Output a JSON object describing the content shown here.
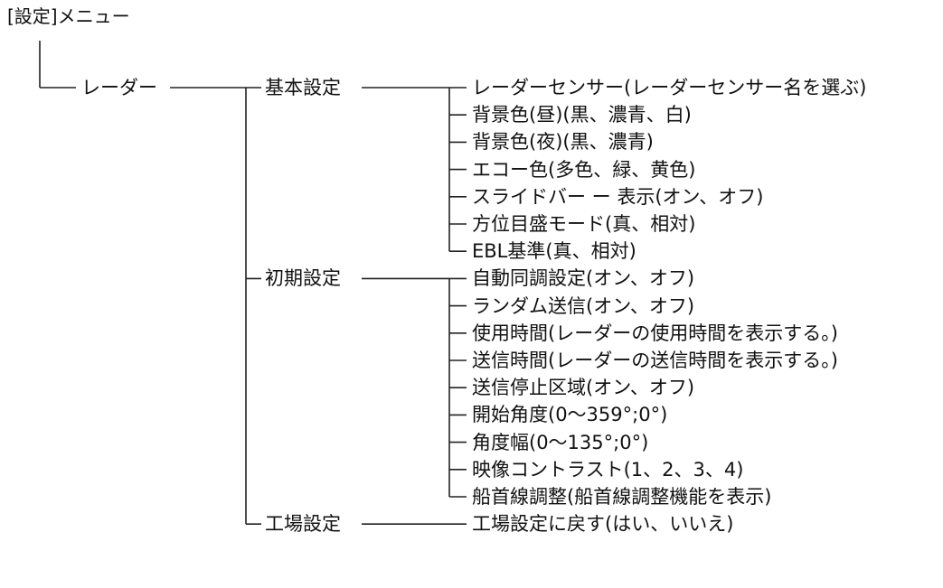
{
  "title": "[設定]メニュー",
  "root": "レーダー",
  "groups": [
    {
      "label": "基本設定",
      "items": [
        "レーダーセンサー(レーダーセンサー名を選ぶ)",
        "背景色(昼)(黒、濃青、白)",
        "背景色(夜)(黒、濃青)",
        "エコー色(多色、緑、黄色)",
        "スライドバー ー 表示(オン、オフ)",
        "方位目盛モード(真、相対)",
        "EBL基準(真、相対)"
      ]
    },
    {
      "label": "初期設定",
      "items": [
        "自動同調設定(オン、オフ)",
        "ランダム送信(オン、オフ)",
        "使用時間(レーダーの使用時間を表示する。)",
        "送信時間(レーダーの送信時間を表示する。)",
        "送信停止区域(オン、オフ)",
        "開始角度(0～359°;0°)",
        "角度幅(0～135°;0°)",
        "映像コントラスト(1、2、3、4)",
        "船首線調整(船首線調整機能を表示)"
      ]
    },
    {
      "label": "工場設定",
      "items": [
        "工場設定に戻す(はい、いいえ)"
      ]
    }
  ]
}
